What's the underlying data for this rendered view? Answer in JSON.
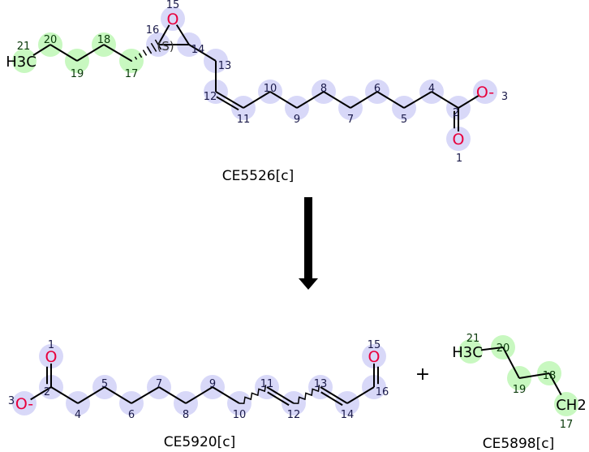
{
  "colors": {
    "reactant_highlight": "#d8d8f8",
    "product_highlight": "#c8f8c0",
    "oxygen": "#e8003c",
    "bond": "#000000"
  },
  "reactant": {
    "name": "CE5526[c]",
    "stereo_label": "(S)",
    "atoms": [
      {
        "n": "21",
        "el": "H3C"
      },
      {
        "n": "20"
      },
      {
        "n": "19"
      },
      {
        "n": "18"
      },
      {
        "n": "17"
      },
      {
        "n": "16"
      },
      {
        "n": "15",
        "el": "O"
      },
      {
        "n": "14"
      },
      {
        "n": "13"
      },
      {
        "n": "12"
      },
      {
        "n": "11"
      },
      {
        "n": "10"
      },
      {
        "n": "9"
      },
      {
        "n": "8"
      },
      {
        "n": "7"
      },
      {
        "n": "6"
      },
      {
        "n": "5"
      },
      {
        "n": "4"
      },
      {
        "n": "2"
      },
      {
        "n": "3",
        "el": "O-"
      },
      {
        "n": "1",
        "el": "O"
      }
    ]
  },
  "product1": {
    "name": "CE5920[c]",
    "atoms": [
      {
        "n": "1",
        "el": "O"
      },
      {
        "n": "2"
      },
      {
        "n": "3",
        "el": "O-"
      },
      {
        "n": "4"
      },
      {
        "n": "5"
      },
      {
        "n": "6"
      },
      {
        "n": "7"
      },
      {
        "n": "8"
      },
      {
        "n": "9"
      },
      {
        "n": "10"
      },
      {
        "n": "11"
      },
      {
        "n": "12"
      },
      {
        "n": "13"
      },
      {
        "n": "14"
      },
      {
        "n": "16"
      },
      {
        "n": "15",
        "el": "O"
      }
    ]
  },
  "product2": {
    "name": "CE5898[c]",
    "atoms": [
      {
        "n": "21",
        "el": "H3C"
      },
      {
        "n": "20"
      },
      {
        "n": "19"
      },
      {
        "n": "18"
      },
      {
        "n": "17",
        "el": "CH2"
      }
    ]
  },
  "plus": "+"
}
